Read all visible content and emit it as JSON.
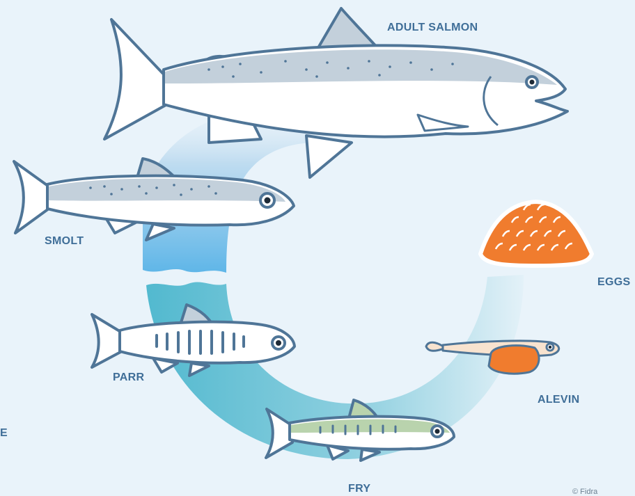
{
  "diagram": {
    "stages": {
      "adult_salmon": "ADULT SALMON",
      "smolt": "SMOLT",
      "parr": "PARR",
      "fry": "FRY",
      "alevin": "ALEVIN",
      "eggs": "EGGS"
    },
    "edge_fragment": "E",
    "copyright": "© Fidra"
  },
  "colors": {
    "background": "#e9f3fa",
    "label": "#3f6e98",
    "outline": "#4f7597",
    "fish_body": "#ffffff",
    "fish_back": "#c3d0db",
    "fry_back": "#b9d3ad",
    "egg_orange": "#f07c2e",
    "alevin_body": "#f8e3cf",
    "cycle_sea": "#5fb6e8",
    "cycle_river": "#52b9cf"
  }
}
